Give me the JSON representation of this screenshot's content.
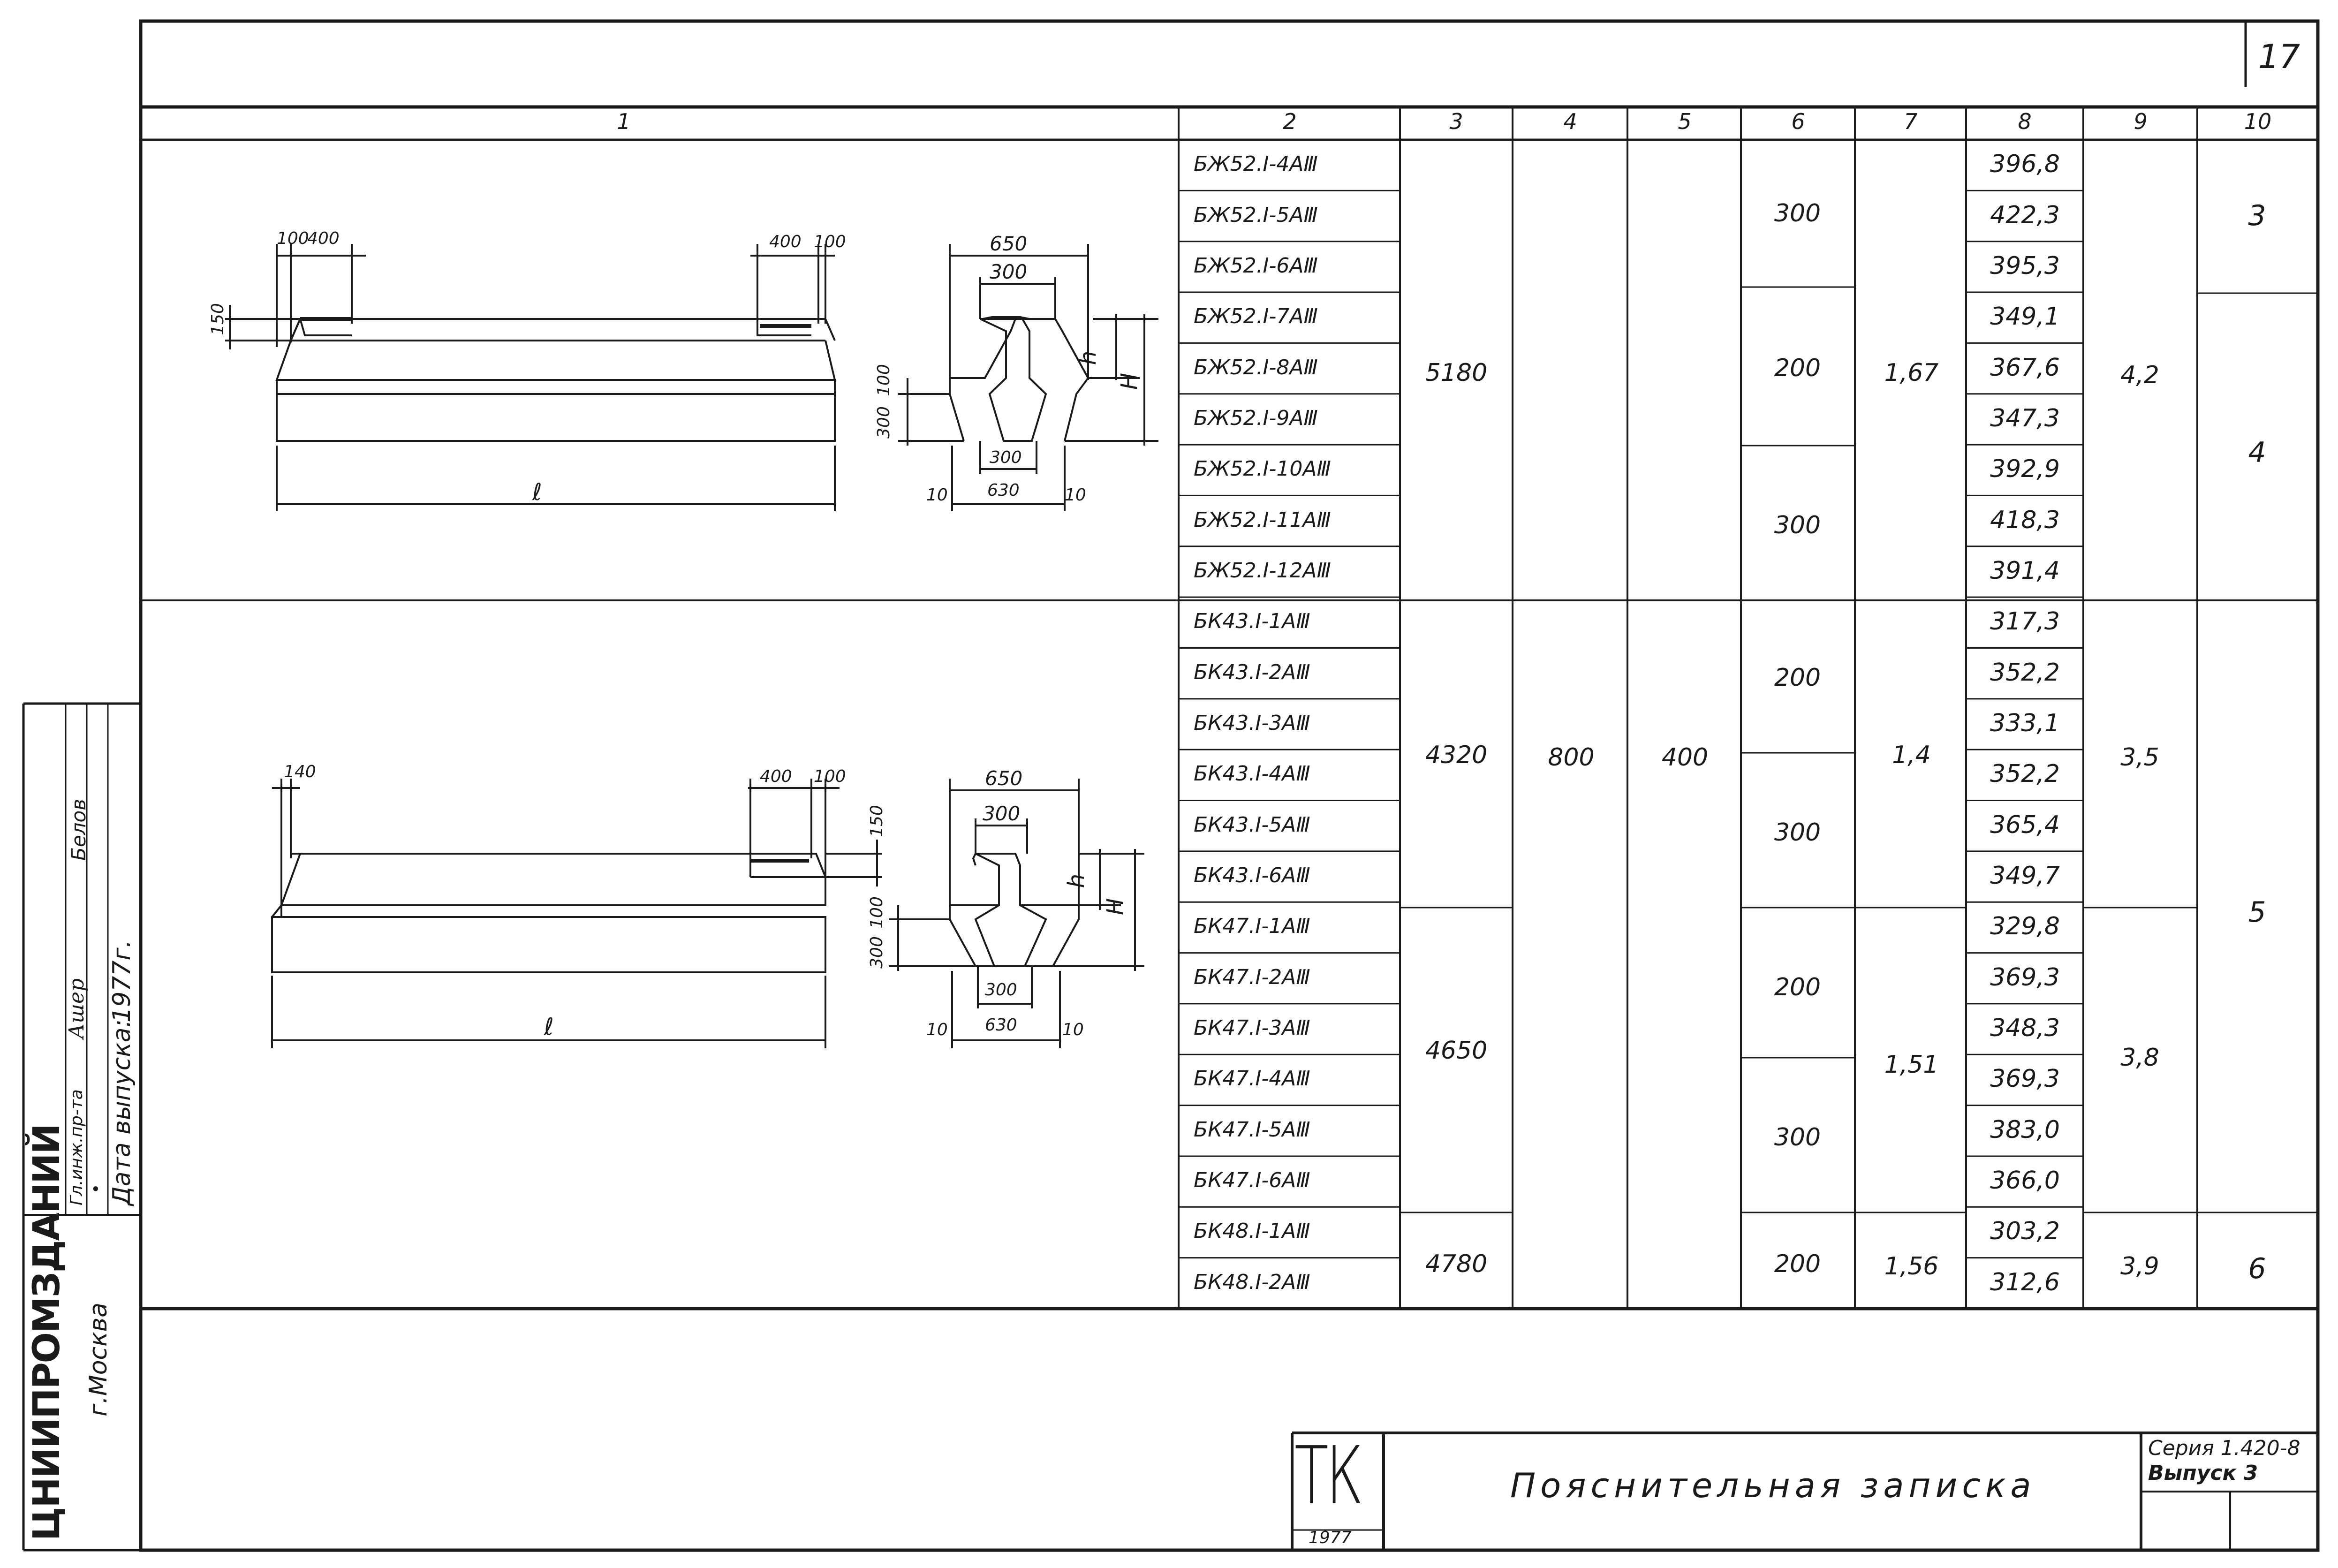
{
  "sheet": {
    "number": "17"
  },
  "header": {
    "columns": [
      "1",
      "2",
      "3",
      "4",
      "5",
      "6",
      "7",
      "8",
      "9",
      "10"
    ]
  },
  "rows": [
    {
      "mark": "БЖ52.I-4AⅢ",
      "m": "396,8"
    },
    {
      "mark": "БЖ52.I-5AⅢ",
      "m": "422,3"
    },
    {
      "mark": "БЖ52.I-6AⅢ",
      "m": "395,3"
    },
    {
      "mark": "БЖ52.I-7AⅢ",
      "m": "349,1"
    },
    {
      "mark": "БЖ52.I-8AⅢ",
      "m": "367,6"
    },
    {
      "mark": "БЖ52.I-9AⅢ",
      "m": "347,3"
    },
    {
      "mark": "БЖ52.I-10AⅢ",
      "m": "392,9"
    },
    {
      "mark": "БЖ52.I-11AⅢ",
      "m": "418,3"
    },
    {
      "mark": "БЖ52.I-12AⅢ",
      "m": "391,4"
    },
    {
      "mark": "БК43.I-1AⅢ",
      "m": "317,3"
    },
    {
      "mark": "БК43.I-2AⅢ",
      "m": "352,2"
    },
    {
      "mark": "БК43.I-3AⅢ",
      "m": "333,1"
    },
    {
      "mark": "БК43.I-4AⅢ",
      "m": "352,2"
    },
    {
      "mark": "БК43.I-5AⅢ",
      "m": "365,4"
    },
    {
      "mark": "БК43.I-6AⅢ",
      "m": "349,7"
    },
    {
      "mark": "БК47.I-1AⅢ",
      "m": "329,8"
    },
    {
      "mark": "БК47.I-2AⅢ",
      "m": "369,3"
    },
    {
      "mark": "БК47.I-3AⅢ",
      "m": "348,3"
    },
    {
      "mark": "БК47.I-4AⅢ",
      "m": "369,3"
    },
    {
      "mark": "БК47.I-5AⅢ",
      "m": "383,0"
    },
    {
      "mark": "БК47.I-6AⅢ",
      "m": "366,0"
    },
    {
      "mark": "БК48.I-1AⅢ",
      "m": "303,2"
    },
    {
      "mark": "БК48.I-2AⅢ",
      "m": "312,6"
    }
  ],
  "col3": [
    "5180",
    "4320",
    "4650",
    "4780"
  ],
  "col4": "800",
  "col5": "400",
  "col6": [
    "300",
    "200",
    "300",
    "200",
    "300",
    "200",
    "300",
    "200"
  ],
  "col7": [
    "1,67",
    "1,4",
    "1,51",
    "1,56"
  ],
  "col9": [
    "4,2",
    "3,5",
    "3,8",
    "3,9"
  ],
  "col10": [
    "3",
    "4",
    "5",
    "6"
  ],
  "drawing1": {
    "dims": {
      "a": "100",
      "b": "400",
      "c": "400",
      "d": "100",
      "e": "150",
      "l": "ℓ"
    },
    "section": {
      "top": "650",
      "web": "300",
      "h": "h",
      "H": "H",
      "s1": "100",
      "s2": "300",
      "bottom": "300",
      "base": "630",
      "l10": "10",
      "r10": "10"
    }
  },
  "drawing2": {
    "dims": {
      "a": "140",
      "c": "400",
      "d": "100",
      "e": "150",
      "l": "ℓ"
    },
    "section": {
      "top": "650",
      "web": "300",
      "h": "h",
      "H": "H",
      "s1": "100",
      "s2": "300",
      "bottom": "300",
      "base": "630",
      "l10": "10",
      "r10": "10"
    }
  },
  "sidebar": {
    "org": "ЦНИИПРОМЗДАНИЙ",
    "city": "г.Москва",
    "role": "Гл.инж.пр-та",
    "signature": "Ашер",
    "name": "Белов",
    "dot": "•",
    "date_label": "Дата выпуска:",
    "date_value": "1977г."
  },
  "titleblock": {
    "logo": "ТК",
    "logo_year": "1977",
    "title": "Пояснительная записка",
    "series": "Серия 1.420-8",
    "issue": "Выпуск 3"
  }
}
